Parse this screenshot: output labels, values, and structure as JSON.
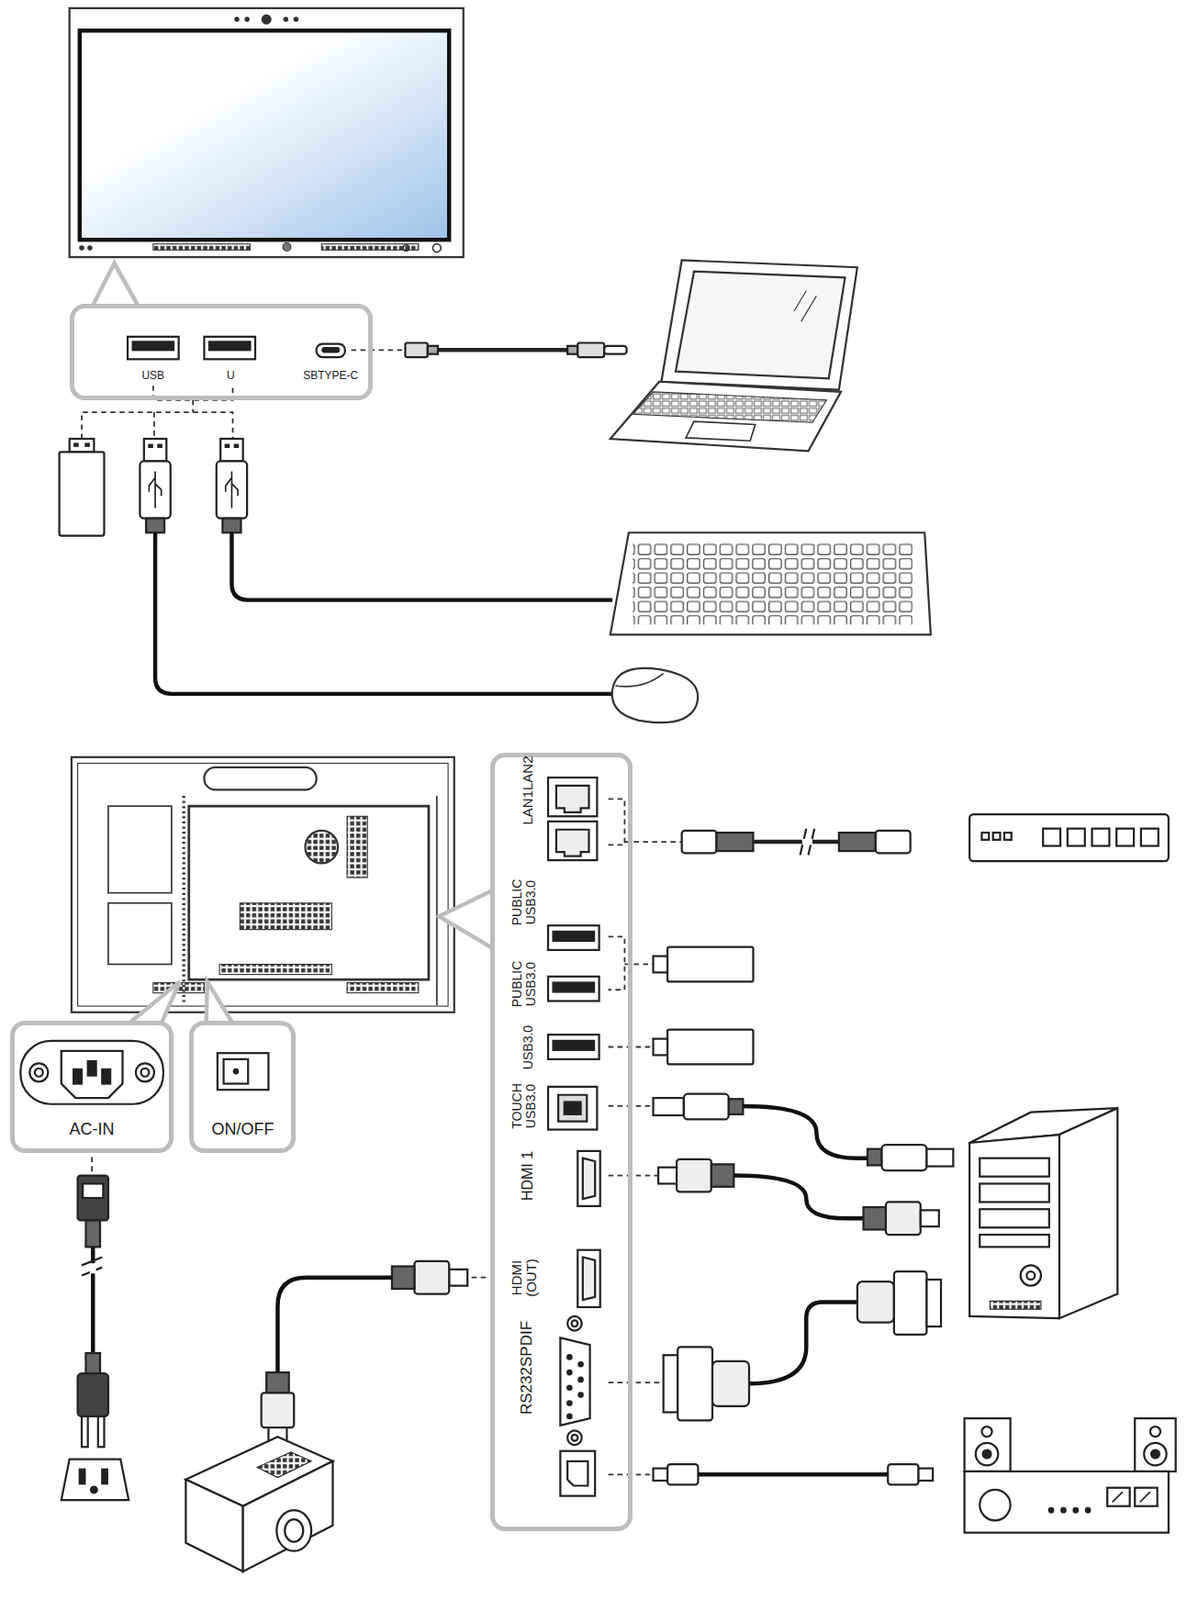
{
  "diagram": {
    "nodes": [
      {
        "text": [
          "USB",
          "U",
          "SBTYPE-C"
        ]
      },
      {
        "text": [
          "LAN1LAN2",
          "PUBLIC USB3.0",
          "PUBLIC USB3.0",
          "USB3.0",
          "TOUCH USB3.0",
          "HDMI 1",
          "HDMI (OUT)",
          "RS232SPDIF"
        ]
      },
      {
        "text": [
          "AC-IN"
        ]
      },
      {
        "text": [
          "ON/OFF"
        ]
      }
    ]
  }
}
